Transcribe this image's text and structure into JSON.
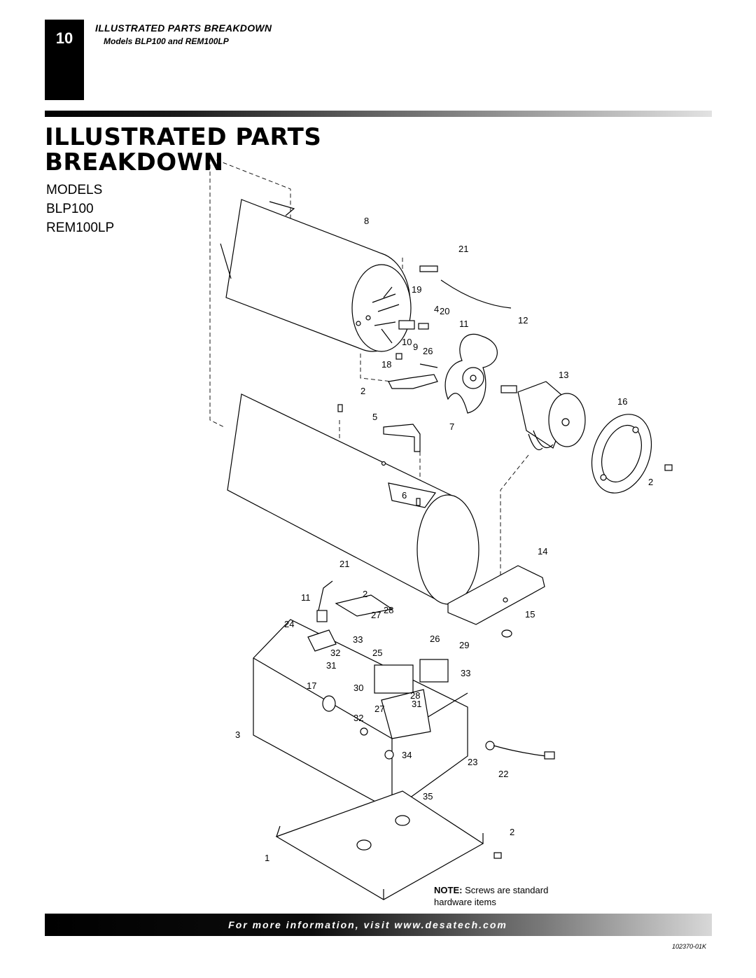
{
  "header": {
    "page_number": "10",
    "section_title": "ILLUSTRATED PARTS BREAKDOWN",
    "subtitle": "Models BLP100 and REM100LP"
  },
  "title": {
    "line1": "ILLUSTRATED PARTS",
    "line2": "BREAKDOWN"
  },
  "models": {
    "label": "MODELS",
    "items": [
      "BLP100",
      "REM100LP"
    ]
  },
  "callouts": [
    "8",
    "21",
    "19",
    "4",
    "20",
    "11",
    "12",
    "10",
    "9",
    "26",
    "18",
    "13",
    "2",
    "16",
    "5",
    "7",
    "2",
    "6",
    "14",
    "21",
    "2",
    "11",
    "27",
    "28",
    "15",
    "24",
    "33",
    "26",
    "29",
    "32",
    "25",
    "31",
    "33",
    "17",
    "30",
    "28",
    "27",
    "31",
    "32",
    "3",
    "34",
    "23",
    "22",
    "35",
    "2",
    "1"
  ],
  "note": {
    "label": "NOTE:",
    "text_line1": "Screws are standard",
    "text_line2": "hardware items"
  },
  "footer": {
    "text": "For more information, visit www.desatech.com"
  },
  "doc_number": "102370-01K"
}
